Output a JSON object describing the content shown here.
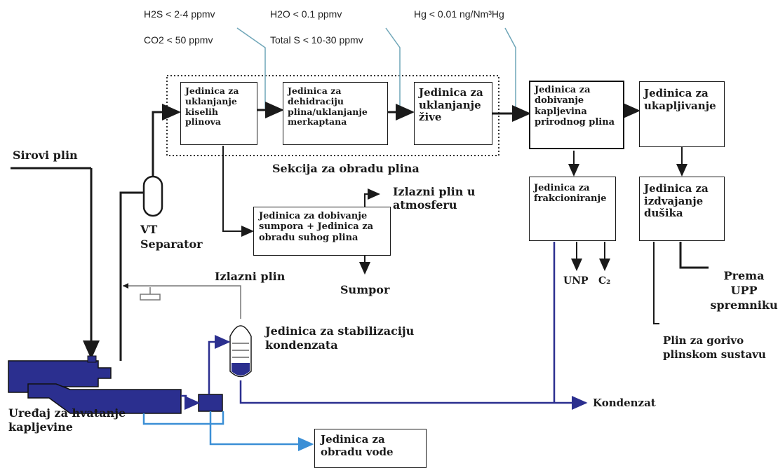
{
  "specs": {
    "h2s": "H2S < 2-4 ppmv",
    "co2": "CO2 < 50 ppmv",
    "h2o": "H2O < 0.1 ppmv",
    "total_s": "Total S < 10-30 ppmv",
    "hg": "Hg < 0.01 ng/Nm³Hg"
  },
  "units": {
    "acid_gas": "Jedinica za\nuklanjanje\nkiselih\nplinova",
    "dehydration": "Jedinica za\ndehidraciju\nplina/uklanjanje\nmerkaptana",
    "mercury": "Jedinica za\nuklanjanje\nžive",
    "ngl_recovery": "Jedinica za\ndobivanje\nkapljevina\nprirodnog plina",
    "liquefaction": "Jedinica za\nukapljivanje",
    "fractionation": "Jedinica za\nfrakcioniranje",
    "nitrogen": "Jedinica za\nizdvajanje\ndušika",
    "sulfur": "Jedinica za dobivanje\nsumpora + Jedinica za\nobradu suhog plina",
    "water": "Jedinica za\nobradu vode"
  },
  "labels": {
    "section": "Sekcija za obradu plina",
    "raw_gas": "Sirovi plin",
    "vt_separator": "VT\nSeparator",
    "tail_gas": "Izlazni plin u\natmosferu",
    "sulfur_out": "Sumpor",
    "outlet_gas": "Izlazni plin",
    "stabilization": "Jedinica za stabilizaciju\nkondenzata",
    "slug_catcher": "Uređaj za hvatanje\nkapljevine",
    "condensate": "Kondenzat",
    "unp": "UNP",
    "c2": "C₂",
    "upp": "Prema UPP\nspremniku",
    "fuel_gas": "Plin za gorivo\nplinskom sustavu"
  },
  "colors": {
    "line": "#1a1a1a",
    "condensate": "#2b2f8f",
    "water": "#3b8fd6",
    "spec_leader": "#6fa6b8"
  }
}
